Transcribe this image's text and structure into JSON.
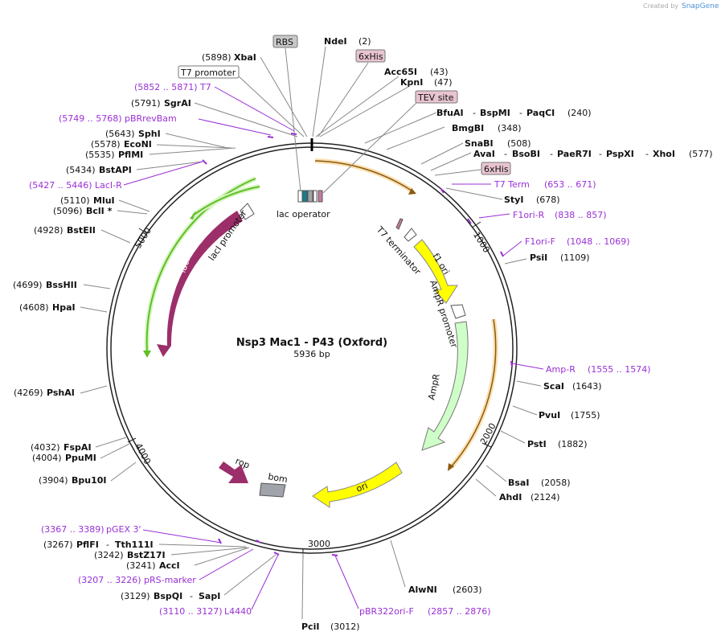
{
  "brand": "Created by",
  "brand_name": "SnapGene",
  "plasmid": {
    "name": "Nsp3 Mac1 - P43 (Oxford)",
    "size": "5936 bp",
    "length_bp": 5936
  },
  "ticks": [
    "1000",
    "2000",
    "3000",
    "4000",
    "5000"
  ],
  "colors": {
    "backbone": "#222222",
    "lacI": "#9c2f6a",
    "green_arrow": "#5fbf2a",
    "orange_arrow": "#e8a030",
    "f1ori": "#ffff00",
    "AmpR": "#cfffc8",
    "ori": "#ffff00",
    "rop": "#9c2f6a",
    "bom": "#a0a4aa",
    "primer": "#9a30d6",
    "feature_box": "#e8c4d0",
    "rbs_box": "#c8c8c8"
  },
  "enzymes_right": [
    {
      "name": "NdeI",
      "pos": "(2)"
    },
    {
      "name": "Acc65I",
      "pos": "(43)"
    },
    {
      "name": "KpnI",
      "pos": "(47)"
    },
    {
      "name": "BfuAI",
      "extra": [
        "BspMI",
        "PaqCI"
      ],
      "pos": "(240)"
    },
    {
      "name": "BmgBI",
      "pos": "(348)"
    },
    {
      "name": "SnaBI",
      "pos": "(508)"
    },
    {
      "name": "AvaI",
      "extra": [
        "BsoBI",
        "PaeR7I",
        "PspXI",
        "XhoI"
      ],
      "pos": "(577)"
    },
    {
      "name": "StyI",
      "pos": "(678)"
    },
    {
      "name": "PsiI",
      "pos": "(1109)"
    },
    {
      "name": "ScaI",
      "pos": "(1643)"
    },
    {
      "name": "PvuI",
      "pos": "(1755)"
    },
    {
      "name": "PstI",
      "pos": "(1882)"
    },
    {
      "name": "BsaI",
      "pos": "(2058)"
    },
    {
      "name": "AhdI",
      "pos": "(2124)"
    },
    {
      "name": "AlwNI",
      "pos": "(2603)"
    }
  ],
  "enzymes_left": [
    {
      "name": "XbaI",
      "pos": "(5898)"
    },
    {
      "name": "SgrAI",
      "pos": "(5791)"
    },
    {
      "name": "SphI",
      "pos": "(5643)"
    },
    {
      "name": "EcoNI",
      "pos": "(5578)"
    },
    {
      "name": "PflMI",
      "pos": "(5535)"
    },
    {
      "name": "BstAPI",
      "pos": "(5434)"
    },
    {
      "name": "MluI",
      "pos": "(5110)"
    },
    {
      "name": "BclI *",
      "pos": "(5096)"
    },
    {
      "name": "BstEII",
      "pos": "(4928)"
    },
    {
      "name": "BssHII",
      "pos": "(4699)"
    },
    {
      "name": "HpaI",
      "pos": "(4608)"
    },
    {
      "name": "PshAI",
      "pos": "(4269)"
    },
    {
      "name": "FspAI",
      "pos": "(4032)"
    },
    {
      "name": "PpuMI",
      "pos": "(4004)"
    },
    {
      "name": "Bpu10I",
      "pos": "(3904)"
    },
    {
      "name": "PflFI",
      "extra": [
        "Tth111I"
      ],
      "pos": "(3267)"
    },
    {
      "name": "BstZ17I",
      "pos": "(3242)"
    },
    {
      "name": "AccI",
      "pos": "(3241)"
    },
    {
      "name": "BspQI",
      "extra": [
        "SapI"
      ],
      "pos": "(3129)"
    },
    {
      "name": "PciI",
      "pos": "(3012)"
    }
  ],
  "primers": [
    {
      "name": "T7",
      "range": "(5852 .. 5871)"
    },
    {
      "name": "pBRrevBam",
      "range": "(5749 .. 5768)"
    },
    {
      "name": "LacI-R",
      "range": "(5427 .. 5446)"
    },
    {
      "name": "T7 Term",
      "range": "(653 .. 671)"
    },
    {
      "name": "F1ori-R",
      "range": "(838 .. 857)"
    },
    {
      "name": "F1ori-F",
      "range": "(1048 .. 1069)"
    },
    {
      "name": "Amp-R",
      "range": "(1555 .. 1574)"
    },
    {
      "name": "pBR322ori-F",
      "range": "(2857 .. 2876)"
    },
    {
      "name": "pGEX 3'",
      "range": "(3367 .. 3389)"
    },
    {
      "name": "pRS-marker",
      "range": "(3207 .. 3226)"
    },
    {
      "name": "L4440",
      "range": "(3110 .. 3127)"
    }
  ],
  "boxed": {
    "rbs": "RBS",
    "t7promoter": "T7 promoter",
    "his1": "6xHis",
    "tev": "TEV site",
    "his2": "6xHis"
  },
  "features": {
    "lac_operator": "lac operator",
    "lacI_promoter": "lacI promoter",
    "lacI": "lacI",
    "t7_terminator": "T7 terminator",
    "f1_ori": "f1 ori",
    "ampr_promoter": "AmpR promoter",
    "ampr": "AmpR",
    "ori": "ori",
    "rop": "rop",
    "bom": "bom"
  }
}
